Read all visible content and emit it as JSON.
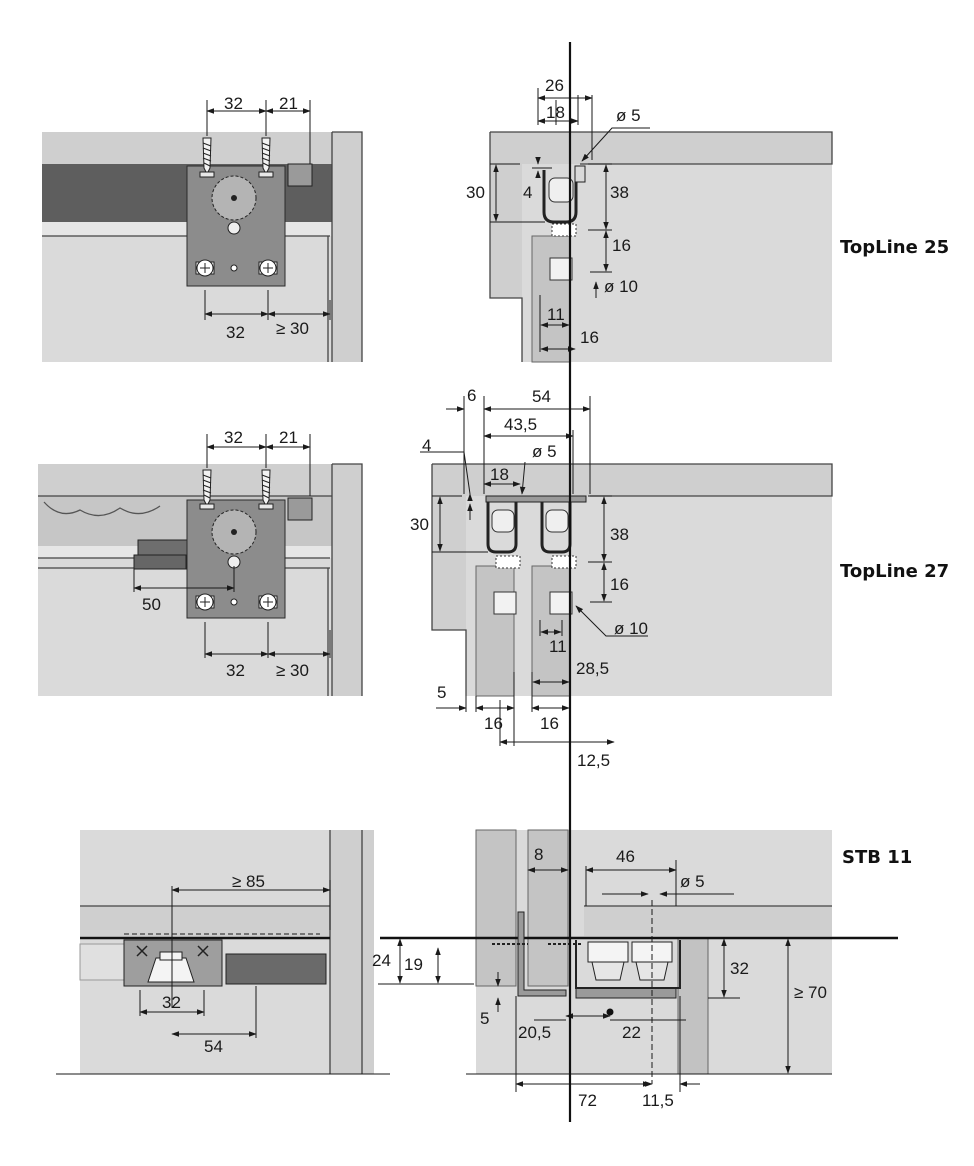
{
  "labels": {
    "topline25": "TopLine 25",
    "topline27": "TopLine 27",
    "stb11": "STB 11"
  },
  "dims": {
    "tl25_front": {
      "d32_top": "32",
      "d21": "21",
      "d32_bottom": "32",
      "d_ge30": "≥ 30"
    },
    "tl25_side": {
      "d26": "26",
      "d18": "18",
      "d_o5": "ø 5",
      "d30": "30",
      "d4": "4",
      "d38": "38",
      "d16a": "16",
      "d_o10": "ø 10",
      "d11": "11",
      "d16b": "16"
    },
    "tl27_front": {
      "d32_top": "32",
      "d21": "21",
      "d50": "50",
      "d32_bottom": "32",
      "d_ge30": "≥ 30"
    },
    "tl27_side": {
      "d6": "6",
      "d54": "54",
      "d43_5": "43,5",
      "d4": "4",
      "d_o5": "ø 5",
      "d18": "18",
      "d30": "30",
      "d38": "38",
      "d16a": "16",
      "d_o10": "ø 10",
      "d11": "11",
      "d28_5": "28,5",
      "d5": "5",
      "d16b": "16",
      "d16c": "16",
      "d12_5": "12,5"
    },
    "stb11_front": {
      "d_ge85": "≥ 85",
      "d32": "32",
      "d54": "54"
    },
    "stb11_side": {
      "d24": "24",
      "d19": "19",
      "d8": "8",
      "d46": "46",
      "d_o5": "ø 5",
      "d32": "32",
      "d_ge70": "≥ 70",
      "d5": "5",
      "d20_5": "20,5",
      "d22": "22",
      "d72": "72",
      "d11_5": "11,5"
    }
  },
  "colors": {
    "line": "#1a1a1a",
    "panel_light": "#dadada",
    "panel_mid": "#cfcfcf",
    "metal": "#8c8c8c",
    "rail_dark": "#5e5e5e"
  }
}
